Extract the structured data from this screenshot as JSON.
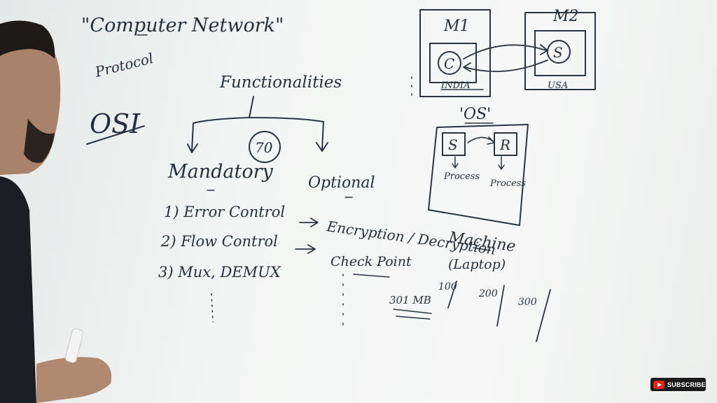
{
  "board": {
    "title": "\"Computer Network\"",
    "protocol": "Protocol",
    "osi": "OSI",
    "functionalities": "Functionalities",
    "count": "70",
    "mandatory": "Mandatory",
    "optional": "Optional",
    "mandatory_items": [
      "1) Error Control",
      "2) Flow Control",
      "3) Mux, DEMUX"
    ],
    "optional_items": [
      "Encryption / Decryption",
      "Check Point"
    ],
    "size_label": "301 MB",
    "marks": [
      "100",
      "200",
      "300"
    ],
    "m1": "M1",
    "m2": "M2",
    "c_label": "C",
    "s_label": "S",
    "india": "INDIA",
    "usa": "USA",
    "os": "'OS'",
    "sender": "S",
    "receiver": "R",
    "process_1": "Process",
    "process_2": "Process",
    "machine": "Machine",
    "laptop": "(Laptop)"
  },
  "overlay": {
    "subscribe": "SUBSCRIBE",
    "accent_color": "#e62117"
  }
}
